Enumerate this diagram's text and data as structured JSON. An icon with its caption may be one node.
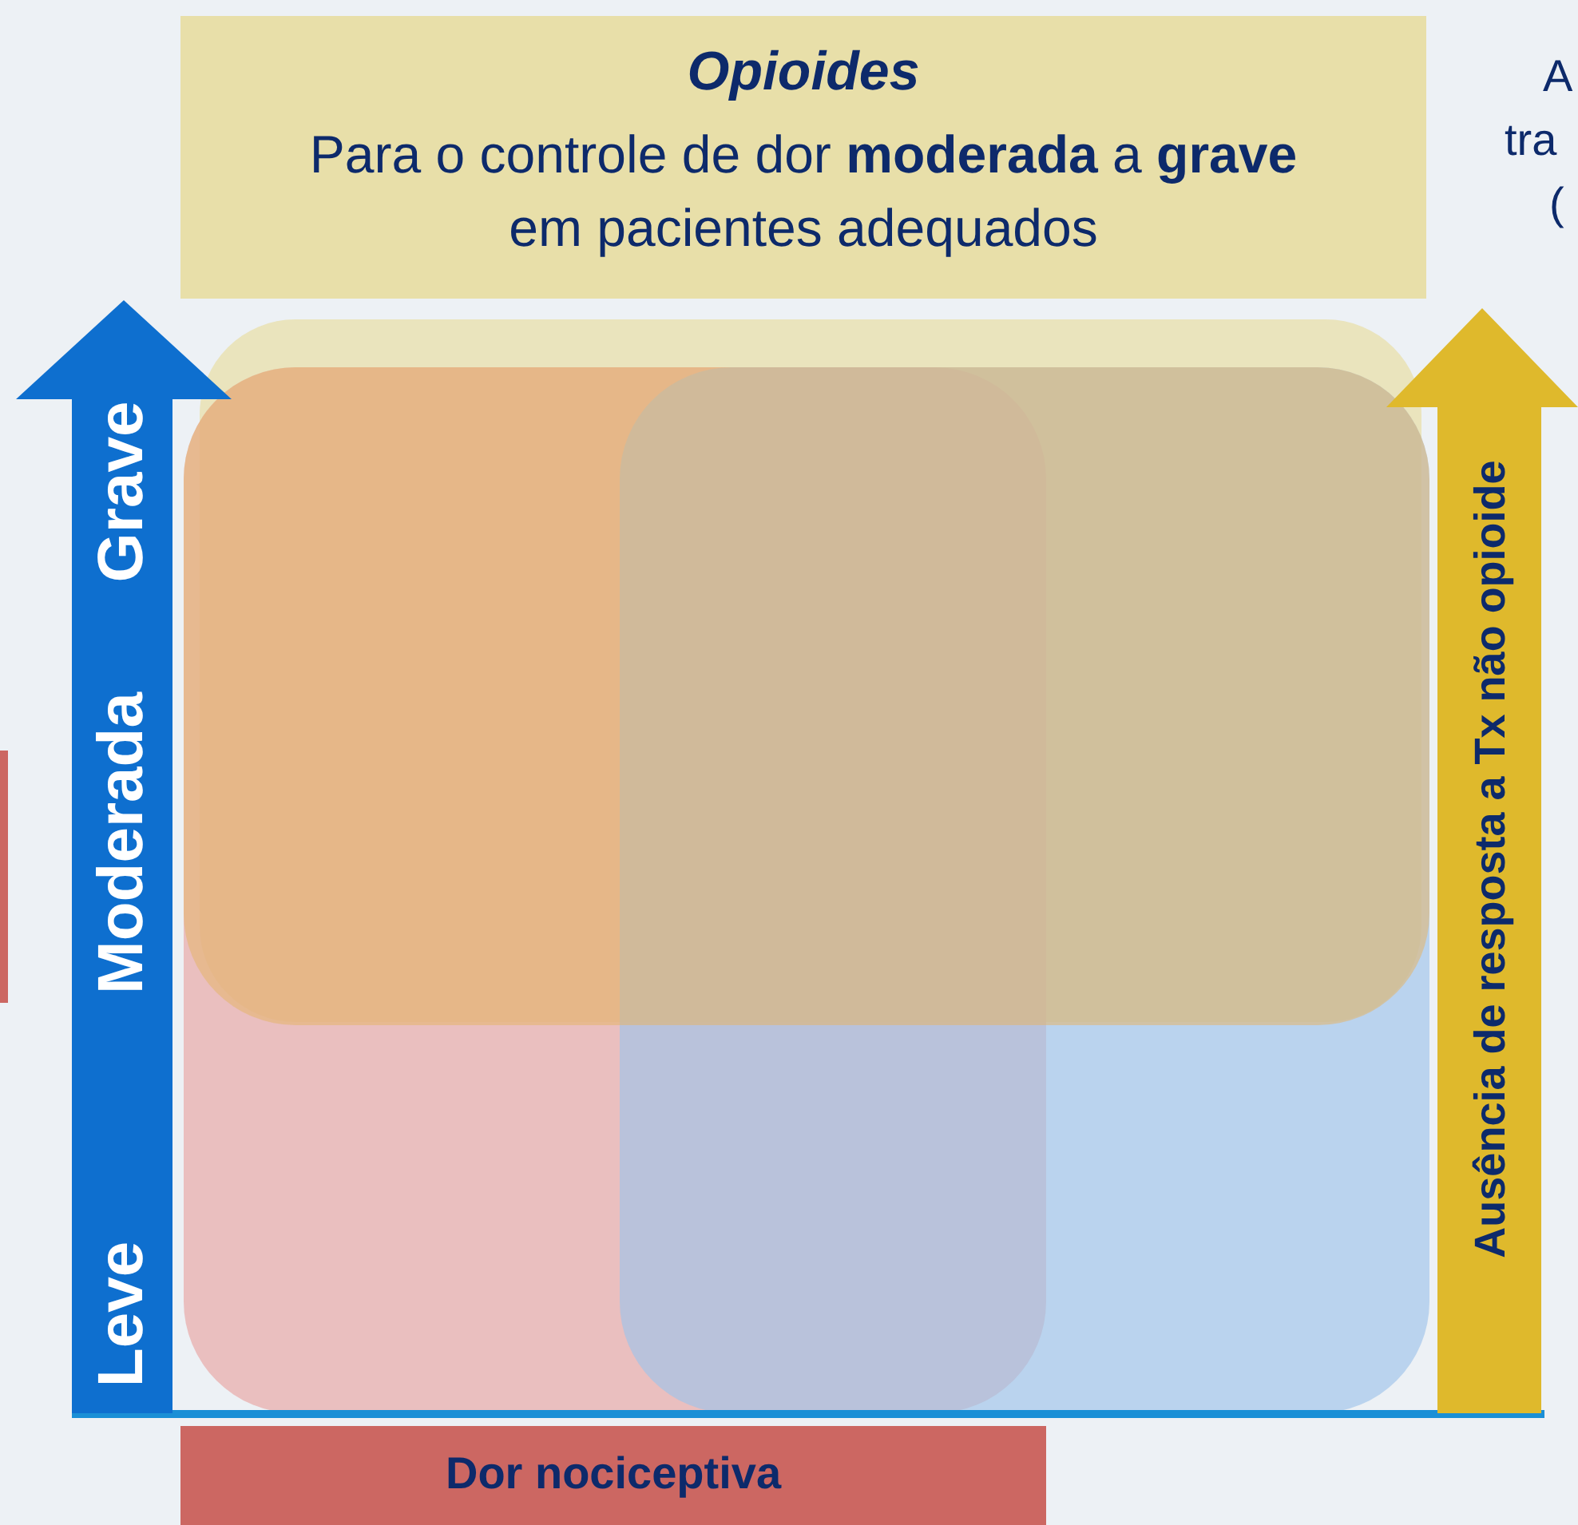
{
  "diagram": {
    "nodes": [
      {
        "text": [
          "Opioides",
          "Para o controle de dor **moderada** a **grave** em pacientes adequados"
        ]
      },
      {
        "text": [
          "Leve",
          "Moderada",
          "Grave"
        ]
      },
      {
        "text": [
          "Ausência de resposta a Tx não opioide"
        ]
      },
      {
        "text": [
          "Dor nociceptiva"
        ]
      }
    ],
    "labels": [
      "A",
      "tra",
      "("
    ]
  }
}
